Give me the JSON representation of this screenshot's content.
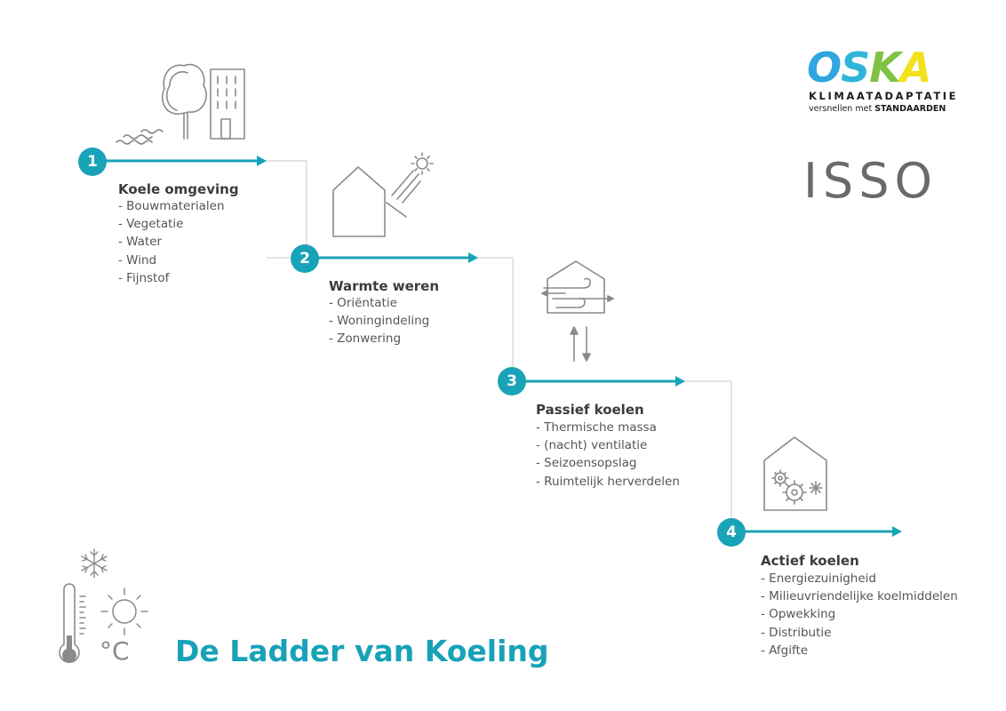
{
  "title": "De Ladder van Koeling",
  "logos": {
    "oska": {
      "word": "OSKA",
      "tagline": "KLIMAATADAPTATIE",
      "subline_prefix": "versnellen met",
      "subline_bold": "STANDAARDEN",
      "colors": [
        "#2fa6df",
        "#2fb5d8",
        "#7ec243",
        "#f2e21b"
      ]
    },
    "isso": {
      "word": "ISSO",
      "color": "#6a6a6a"
    }
  },
  "colors": {
    "accent": "#19a3b8",
    "stair_line": "#e4e4e4",
    "sketch": "#8a8a8a"
  },
  "steps": [
    {
      "number": "1",
      "title": "Koele omgeving",
      "items": [
        "Bouwmaterialen",
        "Vegetatie",
        "Water",
        "Wind",
        "Fijnstof"
      ],
      "icon": "tree-building-icon"
    },
    {
      "number": "2",
      "title": "Warmte weren",
      "items": [
        "Oriëntatie",
        "Woningindeling",
        "Zonwering"
      ],
      "icon": "house-sun-icon"
    },
    {
      "number": "3",
      "title": "Passief koelen",
      "items": [
        "Thermische massa",
        "(nacht) ventilatie",
        "Seizoensopslag",
        "Ruimtelijk herverdelen"
      ],
      "icon": "house-ventilation-icon"
    },
    {
      "number": "4",
      "title": "Actief koelen",
      "items": [
        "Energiezuinigheid",
        "Milieuvriendelijke koelmiddelen",
        "Opwekking",
        "Distributie",
        "Afgifte"
      ],
      "icon": "house-gears-icon"
    }
  ],
  "thermo": {
    "unit": "°C"
  }
}
